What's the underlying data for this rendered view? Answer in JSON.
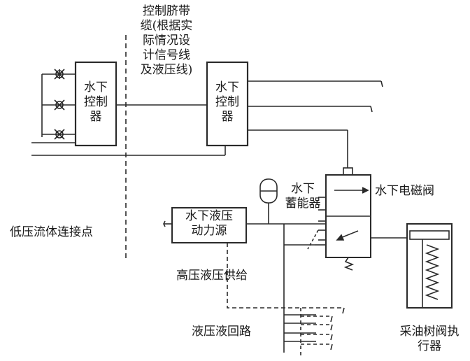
{
  "labels": {
    "umbilical": [
      "控制脐带",
      "缆(根据实",
      "际情况设",
      "计信号线",
      "及液压线)"
    ],
    "left_controller": [
      "水下",
      "控制",
      "器"
    ],
    "right_controller": [
      "水下",
      "控制",
      "器"
    ],
    "accumulator": [
      "水下",
      "蓄能器"
    ],
    "solenoid_valve": "水下电磁阀",
    "hpu": [
      "水下液压",
      "动力源"
    ],
    "low_pressure_point": "低压流体连接点",
    "hp_supply": "高压液压供给",
    "return_line": "液压液回路",
    "actuator": [
      "采油树阀执",
      "行器"
    ]
  }
}
